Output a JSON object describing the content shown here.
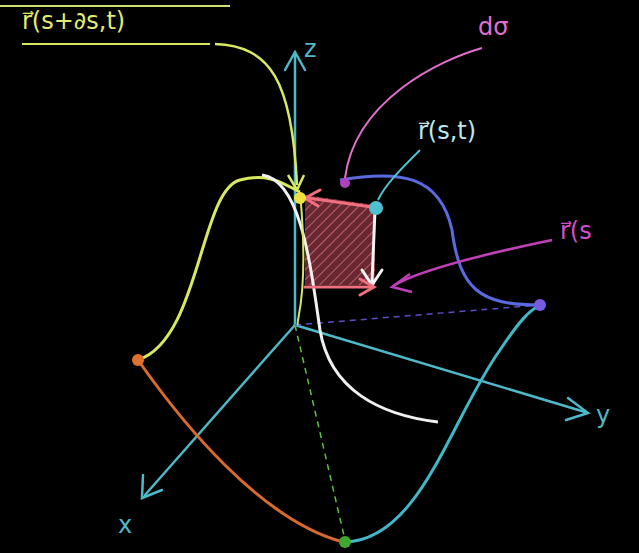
{
  "diagram": {
    "labels": [
      "z",
      "dσ",
      "r⃗(s+∂s,t)",
      "r⃗(s,t)",
      "r⃗(s",
      "y",
      "x"
    ]
  }
}
